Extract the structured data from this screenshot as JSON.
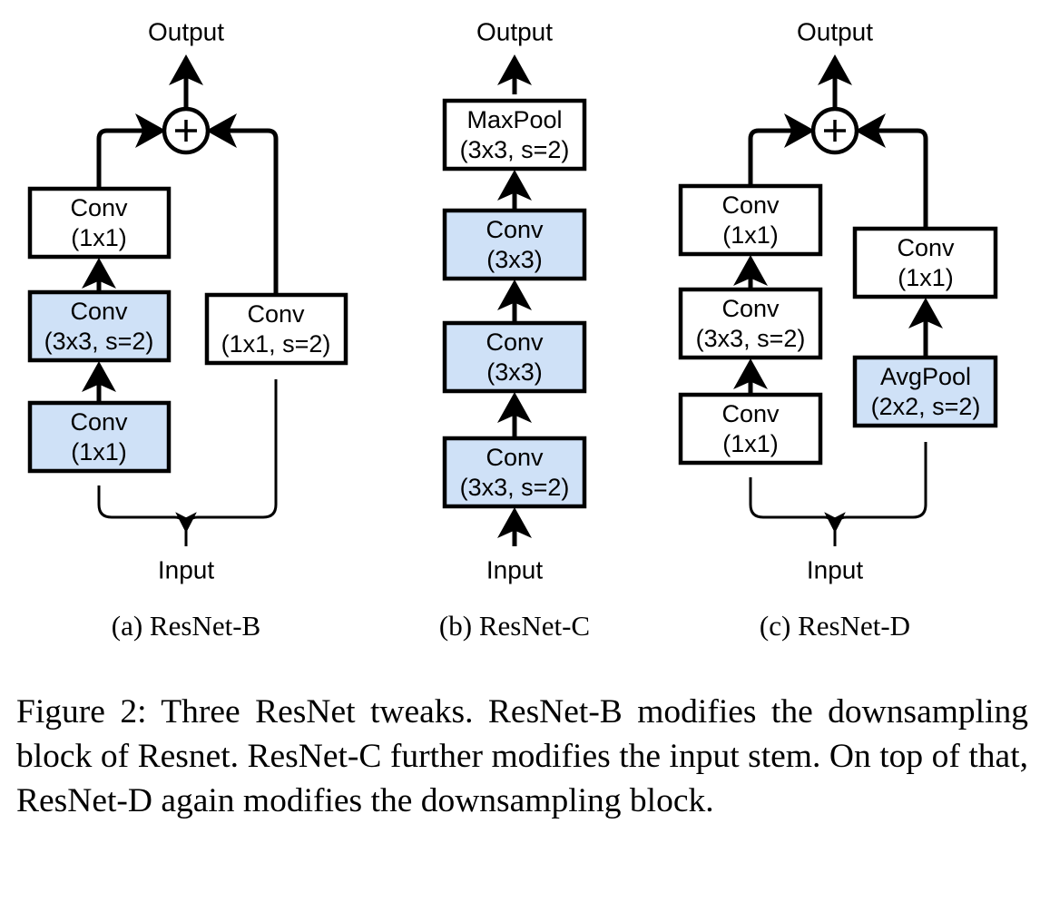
{
  "figure": {
    "label": "Figure 2:",
    "caption": "Three ResNet tweaks. ResNet-B modifies the downsampling block of Resnet. ResNet-C further modifies the input stem. On top of that, ResNet-D again modifies the downsampling block.",
    "caption_full": "Figure 2: Three ResNet tweaks. ResNet-B modifies the downsampling block of Resnet. ResNet-C further modifies the input stem. On top of that, ResNet-D again modifies the downsampling block."
  },
  "colors": {
    "highlight_fill": "#cfe1f7",
    "box_stroke": "#000000",
    "background": "#ffffff",
    "text": "#000000"
  },
  "common_labels": {
    "input": "Input",
    "output": "Output",
    "add": "+"
  },
  "panels": [
    {
      "id": "a",
      "subcaption": "(a) ResNet-B",
      "io": {
        "input": "Input",
        "output": "Output"
      },
      "merge": {
        "symbol": "+",
        "type": "add"
      },
      "main_path": [
        {
          "name": "conv-1x1-top",
          "line1": "Conv",
          "line2": "(1x1)",
          "highlight": false
        },
        {
          "name": "conv-3x3-s2",
          "line1": "Conv",
          "line2": "(3x3, s=2)",
          "highlight": true
        },
        {
          "name": "conv-1x1-bottom",
          "line1": "Conv",
          "line2": "(1x1)",
          "highlight": true
        }
      ],
      "shortcut_path": [
        {
          "name": "conv-1x1-s2-shortcut",
          "line1": "Conv",
          "line2": "(1x1, s=2)",
          "highlight": false
        }
      ]
    },
    {
      "id": "b",
      "subcaption": "(b) ResNet-C",
      "io": {
        "input": "Input",
        "output": "Output"
      },
      "merge": null,
      "main_path": [
        {
          "name": "maxpool-3x3-s2",
          "line1": "MaxPool",
          "line2": "(3x3, s=2)",
          "highlight": false
        },
        {
          "name": "conv-3x3-top",
          "line1": "Conv",
          "line2": "(3x3)",
          "highlight": true
        },
        {
          "name": "conv-3x3-mid",
          "line1": "Conv",
          "line2": "(3x3)",
          "highlight": true
        },
        {
          "name": "conv-3x3-s2",
          "line1": "Conv",
          "line2": "(3x3, s=2)",
          "highlight": true
        }
      ],
      "shortcut_path": []
    },
    {
      "id": "c",
      "subcaption": "(c) ResNet-D",
      "io": {
        "input": "Input",
        "output": "Output"
      },
      "merge": {
        "symbol": "+",
        "type": "add"
      },
      "main_path": [
        {
          "name": "conv-1x1-top",
          "line1": "Conv",
          "line2": "(1x1)",
          "highlight": false
        },
        {
          "name": "conv-3x3-s2",
          "line1": "Conv",
          "line2": "(3x3, s=2)",
          "highlight": false
        },
        {
          "name": "conv-1x1-bottom",
          "line1": "Conv",
          "line2": "(1x1)",
          "highlight": false
        }
      ],
      "shortcut_path": [
        {
          "name": "conv-1x1-shortcut",
          "line1": "Conv",
          "line2": "(1x1)",
          "highlight": false
        },
        {
          "name": "avgpool-2x2-s2",
          "line1": "AvgPool",
          "line2": "(2x2, s=2)",
          "highlight": true
        }
      ]
    }
  ]
}
